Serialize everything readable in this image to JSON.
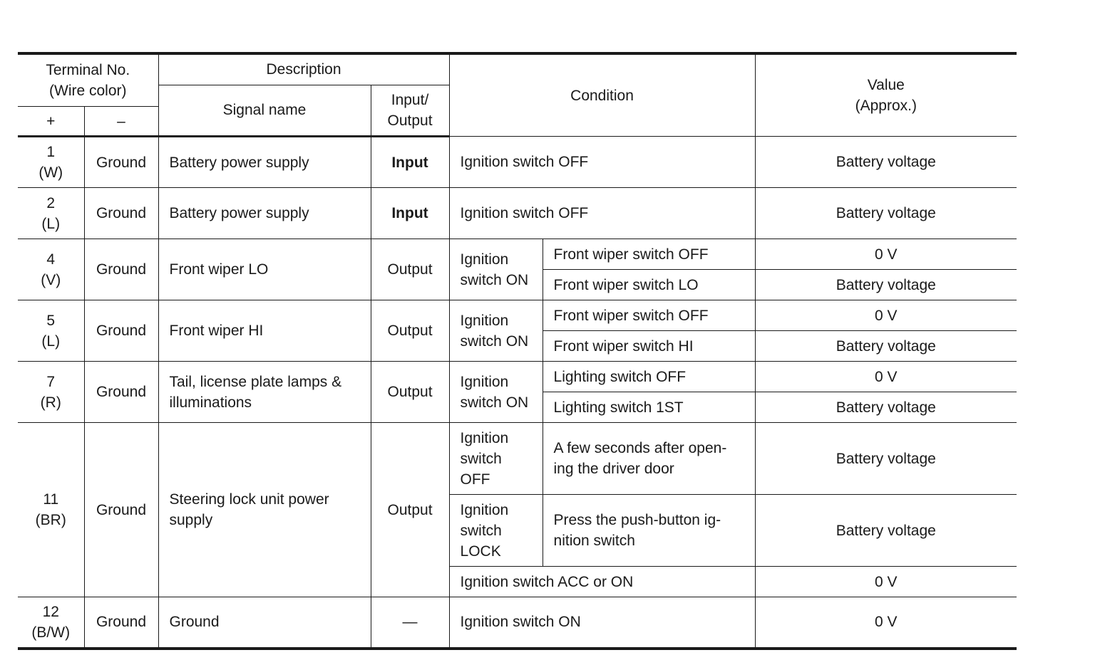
{
  "header": {
    "terminal_no": "Terminal No.\n(Wire color)",
    "plus": "+",
    "minus": "–",
    "description": "Description",
    "signal_name": "Signal name",
    "input_output": "Input/\nOutput",
    "condition": "Condition",
    "value": "Value\n(Approx.)"
  },
  "rows": [
    {
      "terminal": "1\n(W)",
      "minus": "Ground",
      "signal": "Battery power supply",
      "io": "Input",
      "conditions": [
        {
          "main": "Ignition switch OFF",
          "sub": "",
          "value": "Battery voltage"
        }
      ]
    },
    {
      "terminal": "2\n(L)",
      "minus": "Ground",
      "signal": "Battery power supply",
      "io": "Input",
      "conditions": [
        {
          "main": "Ignition switch OFF",
          "sub": "",
          "value": "Battery voltage"
        }
      ]
    },
    {
      "terminal": "4\n(V)",
      "minus": "Ground",
      "signal": "Front wiper LO",
      "io": "Output",
      "condition_group": "Ignition\nswitch ON",
      "conditions": [
        {
          "sub": "Front wiper switch OFF",
          "value": "0 V"
        },
        {
          "sub": "Front wiper switch LO",
          "value": "Battery voltage"
        }
      ]
    },
    {
      "terminal": "5\n(L)",
      "minus": "Ground",
      "signal": "Front wiper HI",
      "io": "Output",
      "condition_group": "Ignition\nswitch ON",
      "conditions": [
        {
          "sub": "Front wiper switch OFF",
          "value": "0 V"
        },
        {
          "sub": "Front wiper switch HI",
          "value": "Battery voltage"
        }
      ]
    },
    {
      "terminal": "7\n(R)",
      "minus": "Ground",
      "signal": "Tail, license plate lamps &\nilluminations",
      "io": "Output",
      "condition_group": "Ignition\nswitch ON",
      "conditions": [
        {
          "sub": "Lighting switch OFF",
          "value": "0 V"
        },
        {
          "sub": "Lighting switch 1ST",
          "value": "Battery voltage"
        }
      ]
    },
    {
      "terminal": "11\n(BR)",
      "minus": "Ground",
      "signal": "Steering lock unit power\nsupply",
      "io": "Output",
      "conditions": [
        {
          "main": "Ignition\nswitch\nOFF",
          "sub": "A few seconds after open-\ning the driver door",
          "value": "Battery voltage"
        },
        {
          "main": "Ignition\nswitch\nLOCK",
          "sub": "Press the push-button ig-\nnition switch",
          "value": "Battery voltage"
        },
        {
          "main": "Ignition switch ACC or ON",
          "sub": "",
          "value": "0 V"
        }
      ]
    },
    {
      "terminal": "12\n(B/W)",
      "minus": "Ground",
      "signal": "Ground",
      "io": "—",
      "conditions": [
        {
          "main": "Ignition switch ON",
          "sub": "",
          "value": "0 V"
        }
      ]
    }
  ]
}
